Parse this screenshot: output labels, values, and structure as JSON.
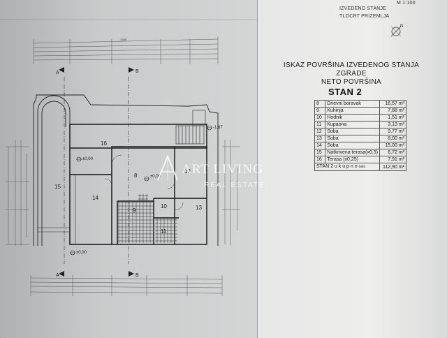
{
  "header": {
    "line1": "IZVEDENO STANJE",
    "line2": "TLOCRT PRIZEMLJA",
    "scale": "M 1:100",
    "north": "N"
  },
  "title": {
    "line1": "ISKAZ POVRŠINA IZVEDENOG STANJA ZGRADE",
    "line2": "NETO POVRŠINA"
  },
  "stan": "STAN 2",
  "rooms": [
    {
      "no": "8",
      "name": "Dnevni boravak",
      "area": "16,57 m²"
    },
    {
      "no": "9",
      "name": "Kuhinja",
      "area": "7,88 m²"
    },
    {
      "no": "10",
      "name": "Hodnik",
      "area": "1,51 m²"
    },
    {
      "no": "11",
      "name": "Kupaona",
      "area": "3,13 m²"
    },
    {
      "no": "12",
      "name": "Soba",
      "area": "9,77 m²"
    },
    {
      "no": "13",
      "name": "Soba",
      "area": "8,00 m²"
    },
    {
      "no": "14",
      "name": "Soba",
      "area": "15,00 m²"
    },
    {
      "no": "15",
      "name": "Natkrivena terasa(x0,5)",
      "area": "6,72 m²"
    },
    {
      "no": "16",
      "name": "Terasa (x0,25)",
      "area": "7,91 m²"
    }
  ],
  "total": {
    "label": "STAN 2   u k u p n o",
    "suffix": "neto",
    "area": "112,90 m²"
  },
  "plan": {
    "room_labels": [
      "16",
      "15",
      "14",
      "8",
      "9",
      "10",
      "11",
      "12",
      "13"
    ],
    "levels": [
      "±0,00",
      "±0,00",
      "-1,67",
      "±0,00"
    ],
    "sections": [
      "A",
      "B",
      "A",
      "B"
    ],
    "overall_dim": "1386"
  },
  "watermark": {
    "main": "ART LIVING",
    "sub": "REAL ESTATE"
  }
}
